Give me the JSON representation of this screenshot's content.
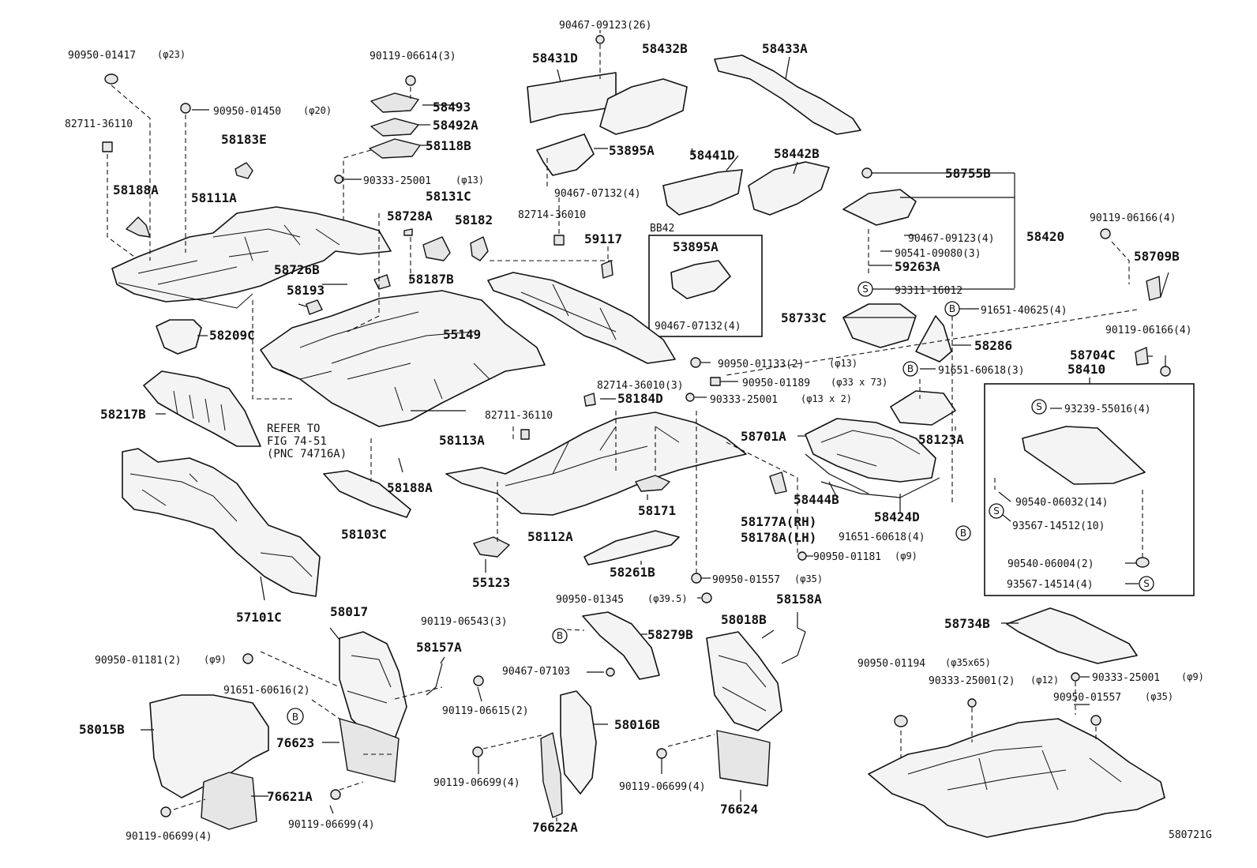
{
  "labels": {
    "l_90950_01417": "90950-01417",
    "l_90950_01417_n": "(φ23)",
    "l_90950_01450": "90950-01450",
    "l_90950_01450_n": "(φ20)",
    "l_82711_36110_a": "82711-36110",
    "l_58183E": "58183E",
    "l_58188A_a": "58188A",
    "l_58111A": "58111A",
    "l_90119_06614": "90119-06614(3)",
    "l_58493": "58493",
    "l_58492A": "58492A",
    "l_58118B": "58118B",
    "l_90333_25001_a": "90333-25001",
    "l_90333_25001_a_n": "(φ13)",
    "l_58131C": "58131C",
    "l_58728A": "58728A",
    "l_58182": "58182",
    "l_58726B": "58726B",
    "l_58193": "58193",
    "l_58187B": "58187B",
    "l_55149": "55149",
    "l_58209C": "58209C",
    "l_58217B": "58217B",
    "l_refer_1": "REFER TO",
    "l_refer_2": "FIG 74-51",
    "l_refer_3": "(PNC 74716A)",
    "l_58113A": "58113A",
    "l_58188A_b": "58188A",
    "l_58103C": "58103C",
    "l_57101C": "57101C",
    "l_90467_09123_a": "90467-09123(26)",
    "l_58431D": "58431D",
    "l_58432B": "58432B",
    "l_58433A": "58433A",
    "l_53895A_a": "53895A",
    "l_90467_07132_a": "90467-07132(4)",
    "l_58441D": "58441D",
    "l_58442B": "58442B",
    "l_BB42": "BB42",
    "l_53895A_b": "53895A",
    "l_90467_07132_b": "90467-07132(4)",
    "l_82714_36010_a": "82714-36010",
    "l_59117": "59117",
    "l_82714_36010_b": "82714-36010(3)",
    "l_58184D": "58184D",
    "l_82711_36110_b": "82711-36110",
    "l_58112A": "58112A",
    "l_55123": "55123",
    "l_58261B": "58261B",
    "l_58171": "58171",
    "l_58177A": "58177A(RH)",
    "l_58178A": "58178A(LH)",
    "l_90950_01133": "90950-01133(2)",
    "l_90950_01133_n": "(φ13)",
    "l_90950_01189": "90950-01189",
    "l_90950_01189_n": "(φ33 x 73)",
    "l_90333_25001_b": "90333-25001",
    "l_90333_25001_b_n": "(φ13 x 2)",
    "l_58701A": "58701A",
    "l_58444B": "58444B",
    "l_58424D": "58424D",
    "l_91651_60618_a": "91651-60618(4)",
    "l_90950_01181_a": "90950-01181",
    "l_90950_01181_a_n": "(φ9)",
    "l_90950_01557_a": "90950-01557",
    "l_90950_01557_a_n": "(φ35)",
    "l_58755B": "58755B",
    "l_58420": "58420",
    "l_90467_09123_b": "90467-09123(4)",
    "l_90541_09080": "90541-09080(3)",
    "l_59263A": "59263A",
    "l_93311_16012": "93311-16012",
    "l_58733C": "58733C",
    "l_91651_40625": "91651-40625(4)",
    "l_58286": "58286",
    "l_91651_60618_b": "91651-60618(3)",
    "l_58123A": "58123A",
    "l_90119_06166_a": "90119-06166(4)",
    "l_58709B": "58709B",
    "l_90119_06166_b": "90119-06166(4)",
    "l_58704C": "58704C",
    "l_58410": "58410",
    "l_93239_55016": "93239-55016(4)",
    "l_90540_06032": "90540-06032(14)",
    "l_93567_14512": "93567-14512(10)",
    "l_90540_06004": "90540-06004(2)",
    "l_93567_14514": "93567-14514(4)",
    "l_58734B": "58734B",
    "l_90950_01345": "90950-01345",
    "l_90950_01345_n": "(φ39.5)",
    "l_58158A": "58158A",
    "l_90119_06543": "90119-06543(3)",
    "l_58279B": "58279B",
    "l_58017": "58017",
    "l_58018B": "58018B",
    "l_58157A": "58157A",
    "l_90950_01181_b": "90950-01181(2)",
    "l_90950_01181_b_n": "(φ9)",
    "l_90467_07103": "90467-07103",
    "l_90119_06615": "90119-06615(2)",
    "l_91651_60616": "91651-60616(2)",
    "l_58015B": "58015B",
    "l_76623": "76623",
    "l_76621A": "76621A",
    "l_90119_06699_a": "90119-06699(4)",
    "l_90119_06699_b": "90119-06699(4)",
    "l_90119_06699_c": "90119-06699(4)",
    "l_58016B": "58016B",
    "l_90119_06699_d": "90119-06699(4)",
    "l_76622A": "76622A",
    "l_76624": "76624",
    "l_90950_01194": "90950-01194",
    "l_90950_01194_n": "(φ35x65)",
    "l_90333_25001_c": "90333-25001(2)",
    "l_90333_25001_c_n": "(φ12)",
    "l_90333_25001_d": "90333-25001",
    "l_90333_25001_d_n": "(φ9)",
    "l_90950_01557_b": "90950-01557",
    "l_90950_01557_b_n": "(φ35)",
    "l_fig_id": "580721G"
  },
  "markers": {
    "B": "B",
    "S": "S"
  }
}
